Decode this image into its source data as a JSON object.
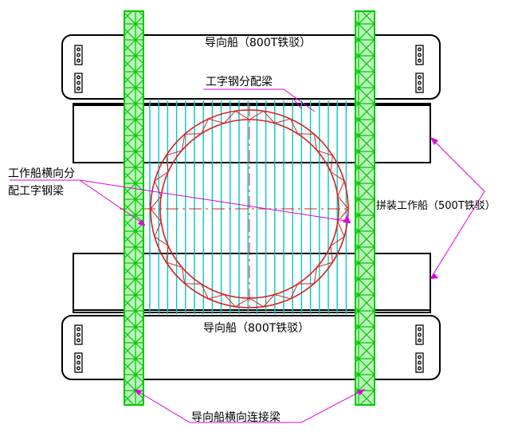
{
  "labels": {
    "guide_ship_top": "导向船（800T铁驳）",
    "guide_ship_bottom": "导向船（800T铁驳）",
    "i_beam_distribution": "工字钢分配梁",
    "work_ship_cross_beam_line1": "工作船横向分",
    "work_ship_cross_beam_line2": "配工字钢梁",
    "assembly_work_ship": "拼装工作船（500T铁驳）",
    "guide_ship_connect_beam": "导向船横向连接梁"
  },
  "colors": {
    "outline": "#000000",
    "truss": "#00c800",
    "truss_fill": "#b9f5b9",
    "beam": "#00c8c8",
    "ring": "#dc1e1e",
    "leader": "#e000e0",
    "background": "#ffffff"
  }
}
